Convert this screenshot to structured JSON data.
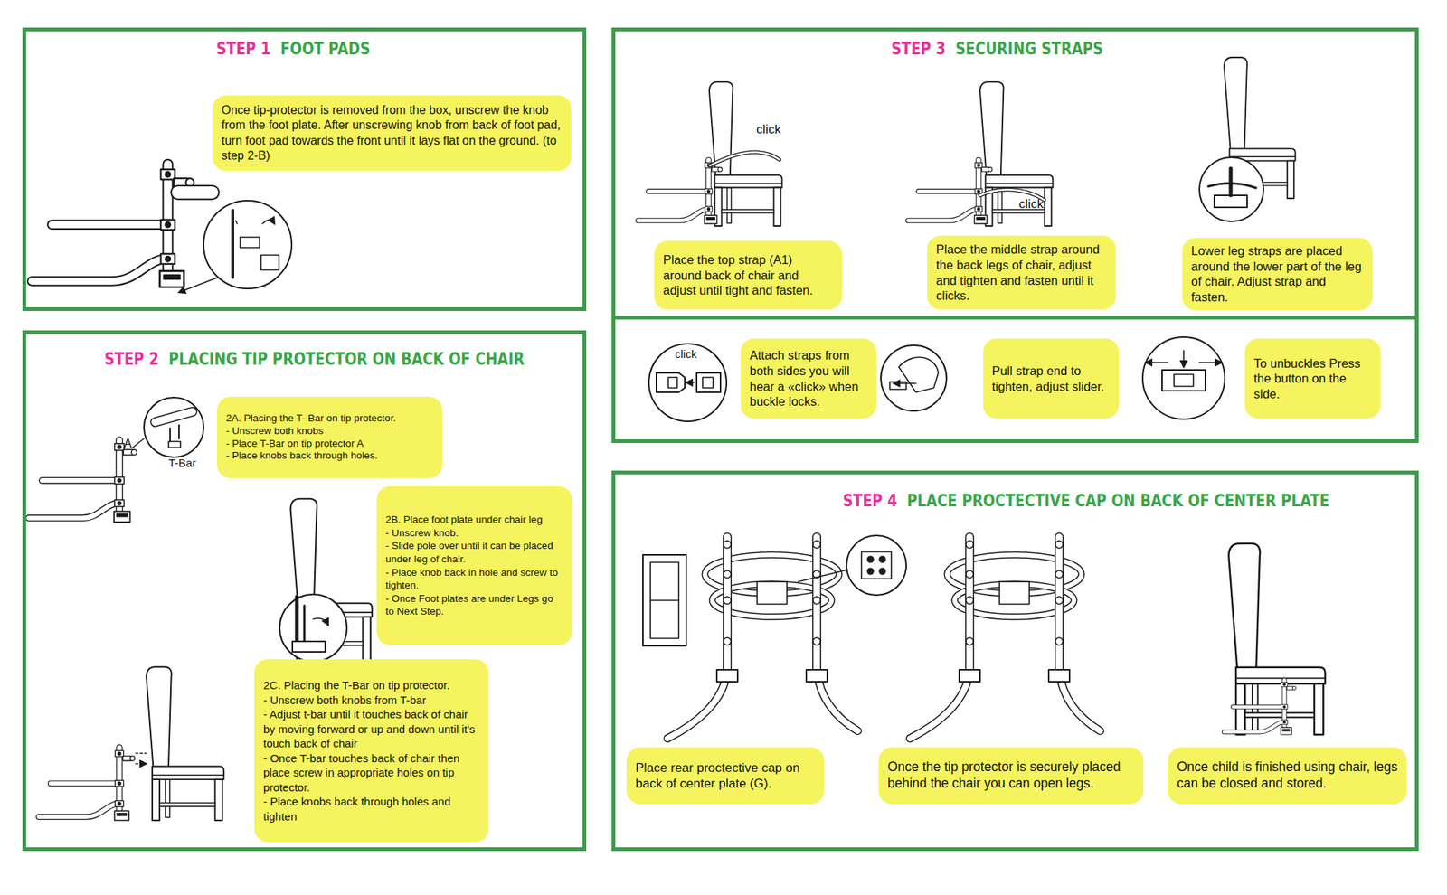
{
  "diagram": {
    "nodes": [
      {
        "text": [
          "STEP 1",
          "FOOT PADS"
        ]
      },
      {
        "text": [
          "Once tip-protector is removed from the box, unscrew the knob from the foot plate. After unscrewing knob from back of foot pad, turn foot pad towards the front until it lays flat on the ground. (to step 2-B)"
        ],
        "in": 0
      },
      {
        "text": [
          "STEP 2",
          "PLACING TIP PROTECTOR ON BACK OF CHAIR"
        ]
      },
      {
        "text": [
          "2A. Placing the T- Bar on tip protector.",
          "- Unscrew both knobs",
          "- Place T-Bar on tip protector A",
          "- Place knobs back through holes."
        ],
        "in": 2
      },
      {
        "text": [
          "2B. Place foot plate under chair leg",
          "- Unscrew knob.",
          "- Slide pole over until it can be placed under leg of chair.",
          "- Place knob back in hole and screw to tighten.",
          "- Once Foot plates are under Legs go to Next Step."
        ],
        "in": 2
      },
      {
        "text": [
          "2C. Placing the T-Bar on tip protector.",
          "- Unscrew both knobs from T-bar",
          "- Adjust t-bar until it touches back of chair by moving forward or up and down until it's touch back of chair",
          "- Once T-bar touches back of chair then place screw in appropriate holes on tip protector.",
          "- Place knobs back through holes and tighten"
        ],
        "in": 2
      },
      {
        "text": [
          "STEP 3",
          "SECURING STRAPS"
        ]
      },
      {
        "text": [
          "Place the top strap (A1) around back of chair and adjust until tight and fasten."
        ],
        "in": 6
      },
      {
        "text": [
          "Place the middle strap around the back legs of chair, adjust and tighten and fasten until it clicks."
        ],
        "in": 6
      },
      {
        "text": [
          "Lower leg straps are placed around the lower part of the leg of chair. Adjust strap and fasten."
        ],
        "in": 6
      },
      {
        "text": [
          "Attach straps from both sides you will hear a «click» when buckle locks."
        ],
        "in": 6
      },
      {
        "text": [
          "Pull strap end to tighten, adjust slider."
        ],
        "in": 6
      },
      {
        "text": [
          "To unbuckles Press the button on the side."
        ],
        "in": 6
      },
      {
        "text": [
          "STEP 4",
          "PLACE PROCTECTIVE CAP ON BACK OF CENTER PLATE"
        ]
      },
      {
        "text": [
          "Place rear proctective cap on back of center plate (G)."
        ],
        "in": 13
      },
      {
        "text": [
          "Once the tip protector is securely placed behind the chair you can open legs."
        ],
        "in": 13
      },
      {
        "text": [
          "Once child is finished using chair, legs can be closed and stored."
        ],
        "in": 13
      }
    ],
    "labels": [
      "A",
      "T-Bar",
      "click",
      "click",
      "click"
    ]
  }
}
